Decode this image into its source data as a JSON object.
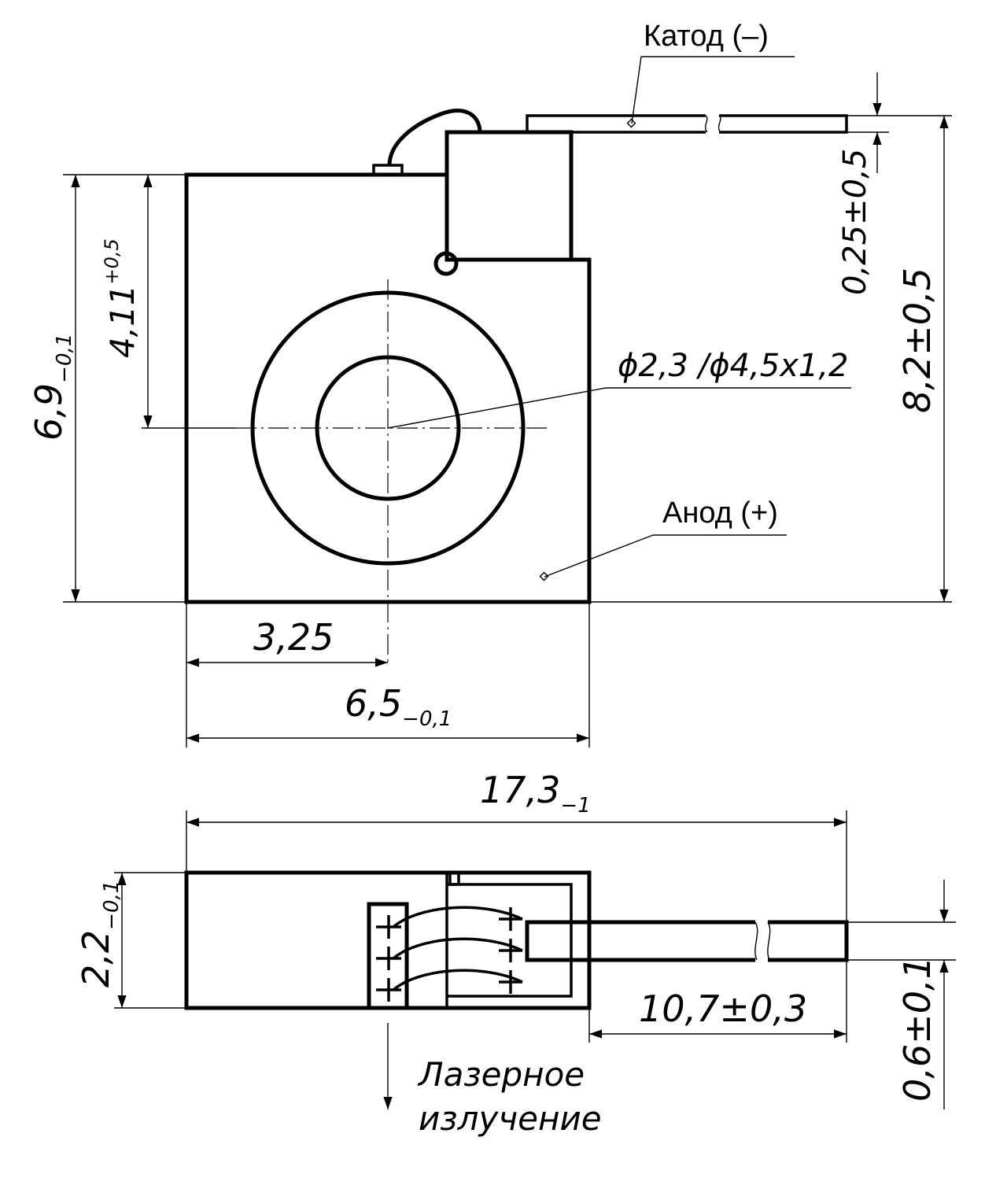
{
  "labels": {
    "cathode": "Катод (–)",
    "anode": "Анод (+)",
    "aperture": "ϕ2,3 /ϕ4,5x1,2",
    "laser_line1": "Лазерное",
    "laser_line2": "излучение"
  },
  "dimensions": {
    "height_main": {
      "base": "6,9",
      "sub": "−0,1"
    },
    "center_height": {
      "base": "4,11",
      "sup": "+0,5"
    },
    "lead_offset": "0,25±0,5",
    "total_height": "8,2±0,5",
    "center_x": "3,25",
    "width_main": {
      "base": "6,5",
      "sub": "−0,1"
    },
    "total_length": {
      "base": "17,3",
      "sub": "−1"
    },
    "thickness": {
      "base": "2,2",
      "sub": "−0,1"
    },
    "lead_length": "10,7±0,3",
    "lead_thickness": "0,6±0,1"
  }
}
